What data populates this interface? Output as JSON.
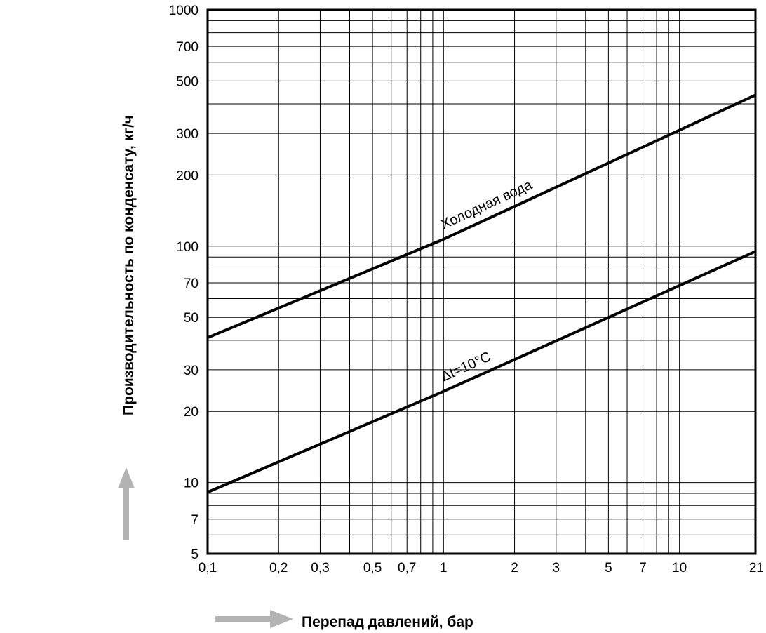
{
  "chart_data": {
    "type": "line",
    "xscale": "log",
    "yscale": "log",
    "xlim": [
      0.1,
      21
    ],
    "ylim": [
      5,
      1000
    ],
    "xlabel": "Перепад давлений, бар",
    "ylabel": "Производительность по конденсату, кг/ч",
    "grid": true,
    "x_grid": [
      0.2,
      0.3,
      0.4,
      0.5,
      0.6,
      0.7,
      0.8,
      0.9,
      1,
      2,
      3,
      4,
      5,
      6,
      7,
      8,
      9,
      10
    ],
    "y_grid": [
      6,
      7,
      8,
      9,
      10,
      20,
      30,
      40,
      50,
      60,
      70,
      80,
      90,
      100,
      200,
      300,
      400,
      500,
      600,
      700,
      800,
      900
    ],
    "x_ticks": [
      {
        "value": 0.1,
        "label": "0,1"
      },
      {
        "value": 0.2,
        "label": "0,2"
      },
      {
        "value": 0.3,
        "label": "0,3"
      },
      {
        "value": 0.5,
        "label": "0,5"
      },
      {
        "value": 0.7,
        "label": "0,7"
      },
      {
        "value": 1,
        "label": "1"
      },
      {
        "value": 2,
        "label": "2"
      },
      {
        "value": 3,
        "label": "3"
      },
      {
        "value": 5,
        "label": "5"
      },
      {
        "value": 7,
        "label": "7"
      },
      {
        "value": 10,
        "label": "10"
      },
      {
        "value": 21,
        "label": "21"
      }
    ],
    "y_ticks": [
      {
        "value": 5,
        "label": "5"
      },
      {
        "value": 7,
        "label": "7"
      },
      {
        "value": 10,
        "label": "10"
      },
      {
        "value": 20,
        "label": "20"
      },
      {
        "value": 30,
        "label": "30"
      },
      {
        "value": 50,
        "label": "50"
      },
      {
        "value": 70,
        "label": "70"
      },
      {
        "value": 100,
        "label": "100"
      },
      {
        "value": 200,
        "label": "200"
      },
      {
        "value": 300,
        "label": "300"
      },
      {
        "value": 500,
        "label": "500"
      },
      {
        "value": 700,
        "label": "700"
      },
      {
        "value": 1000,
        "label": "1000"
      }
    ],
    "series": [
      {
        "name": "Холодная вода",
        "x": [
          0.1,
          1,
          21
        ],
        "y": [
          41,
          107,
          436
        ]
      },
      {
        "name": "Δt=10°C",
        "x": [
          0.1,
          1,
          21
        ],
        "y": [
          9.1,
          24.3,
          95
        ]
      }
    ]
  }
}
